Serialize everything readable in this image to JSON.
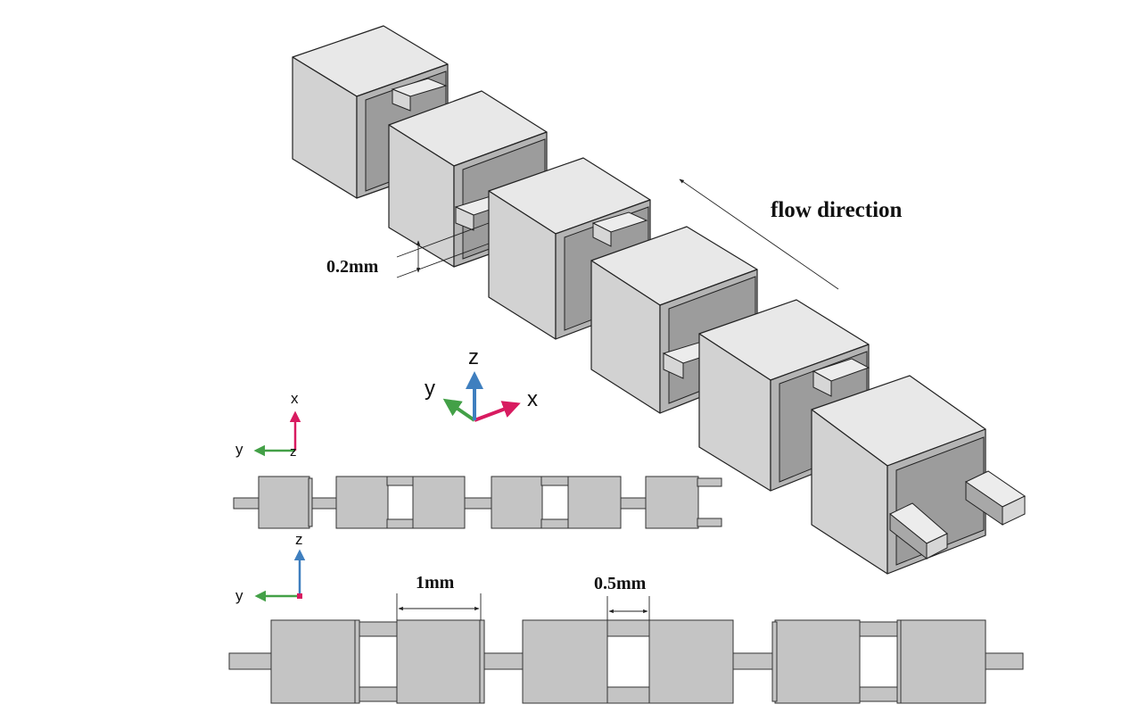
{
  "labels": {
    "flow_direction": "flow direction",
    "thickness": "0.2mm",
    "length": "1mm",
    "gap": "0.5mm"
  },
  "axes": {
    "main": {
      "x": "x",
      "y": "y",
      "z": "z"
    },
    "top_view": {
      "vertical": "x",
      "horizontal": "y",
      "center": "z"
    },
    "side_view": {
      "vertical": "z",
      "horizontal": "y"
    }
  },
  "colors": {
    "axis_x": "#d81b60",
    "axis_y": "#43a047",
    "axis_z": "#3f7fbf"
  }
}
